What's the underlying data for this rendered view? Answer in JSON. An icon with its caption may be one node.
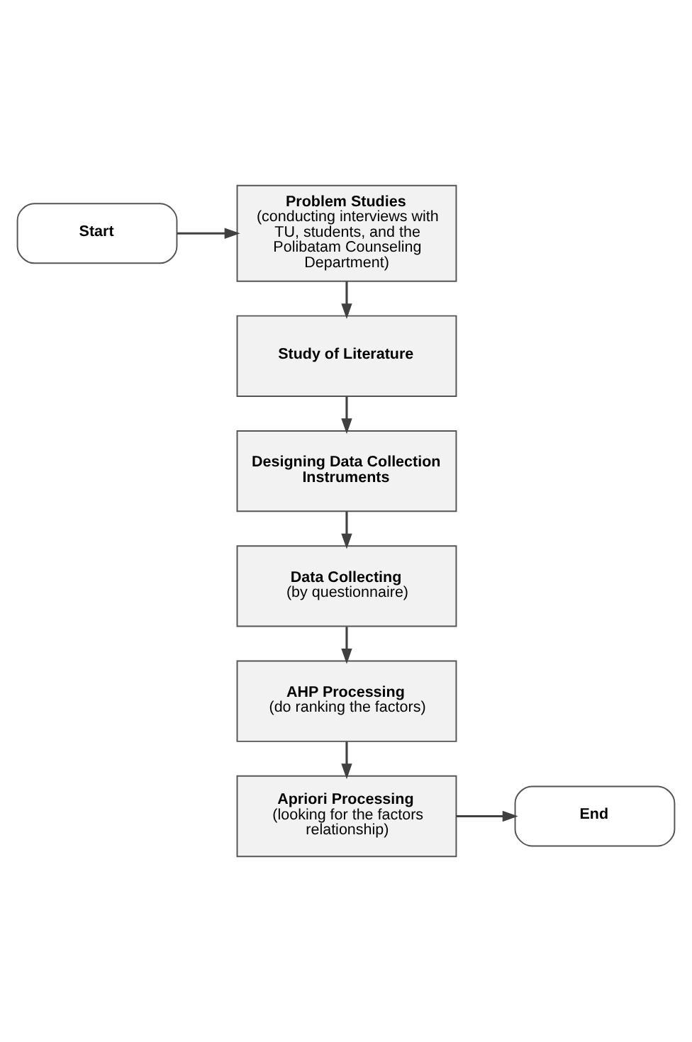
{
  "diagram": {
    "nodes": [
      {
        "text": [
          "Start"
        ]
      },
      {
        "text": [
          "Problem Studies",
          "(conducting interviews with TU, students, and the Polibatam Counseling Department)"
        ]
      },
      {
        "text": [
          "Study of Literature"
        ]
      },
      {
        "text": [
          "Designing Data Collection Instruments"
        ]
      },
      {
        "text": [
          "Data Collecting",
          "(by questionnaire)"
        ]
      },
      {
        "text": [
          "AHP Processing",
          "(do ranking the factors)"
        ]
      },
      {
        "text": [
          "Apriori Processing",
          "(looking for the factors relationship)"
        ]
      },
      {
        "text": [
          "End"
        ]
      }
    ],
    "edges": [
      {
        "from": 0,
        "to": 1,
        "arrow": "to"
      },
      {
        "from": 1,
        "to": 2,
        "arrow": "to"
      },
      {
        "from": 2,
        "to": 3,
        "arrow": "to"
      },
      {
        "from": 3,
        "to": 4,
        "arrow": "to"
      },
      {
        "from": 4,
        "to": 5,
        "arrow": "to"
      },
      {
        "from": 5,
        "to": 6,
        "arrow": "to"
      },
      {
        "from": 6,
        "to": 7,
        "arrow": "to"
      }
    ]
  }
}
